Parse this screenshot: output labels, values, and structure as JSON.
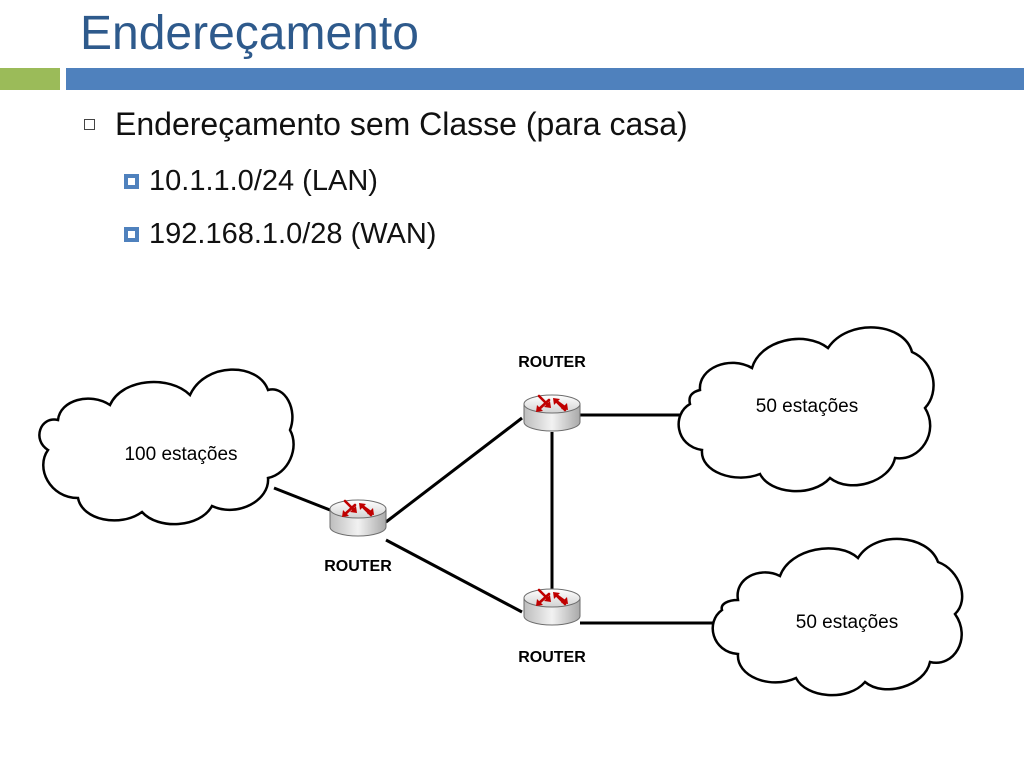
{
  "slide": {
    "title": "Endereçamento",
    "bullets": [
      {
        "text": "Endereçamento sem Classe (para casa)",
        "sub": [
          "10.1.1.0/24 (LAN)",
          "192.168.1.0/28 (WAN)"
        ]
      }
    ]
  },
  "diagram": {
    "routers": [
      {
        "id": "router-top",
        "label": "ROUTER"
      },
      {
        "id": "router-left",
        "label": "ROUTER"
      },
      {
        "id": "router-bottom",
        "label": "ROUTER"
      }
    ],
    "clouds": [
      {
        "id": "cloud-left",
        "label": "100 estações"
      },
      {
        "id": "cloud-top-right",
        "label": "50 estações"
      },
      {
        "id": "cloud-bottom-right",
        "label": "50 estações"
      }
    ],
    "colors": {
      "title": "#2e5a8c",
      "accent_green": "#9bbb59",
      "accent_blue": "#4f81bd",
      "router_arrows": "#c00000"
    }
  }
}
